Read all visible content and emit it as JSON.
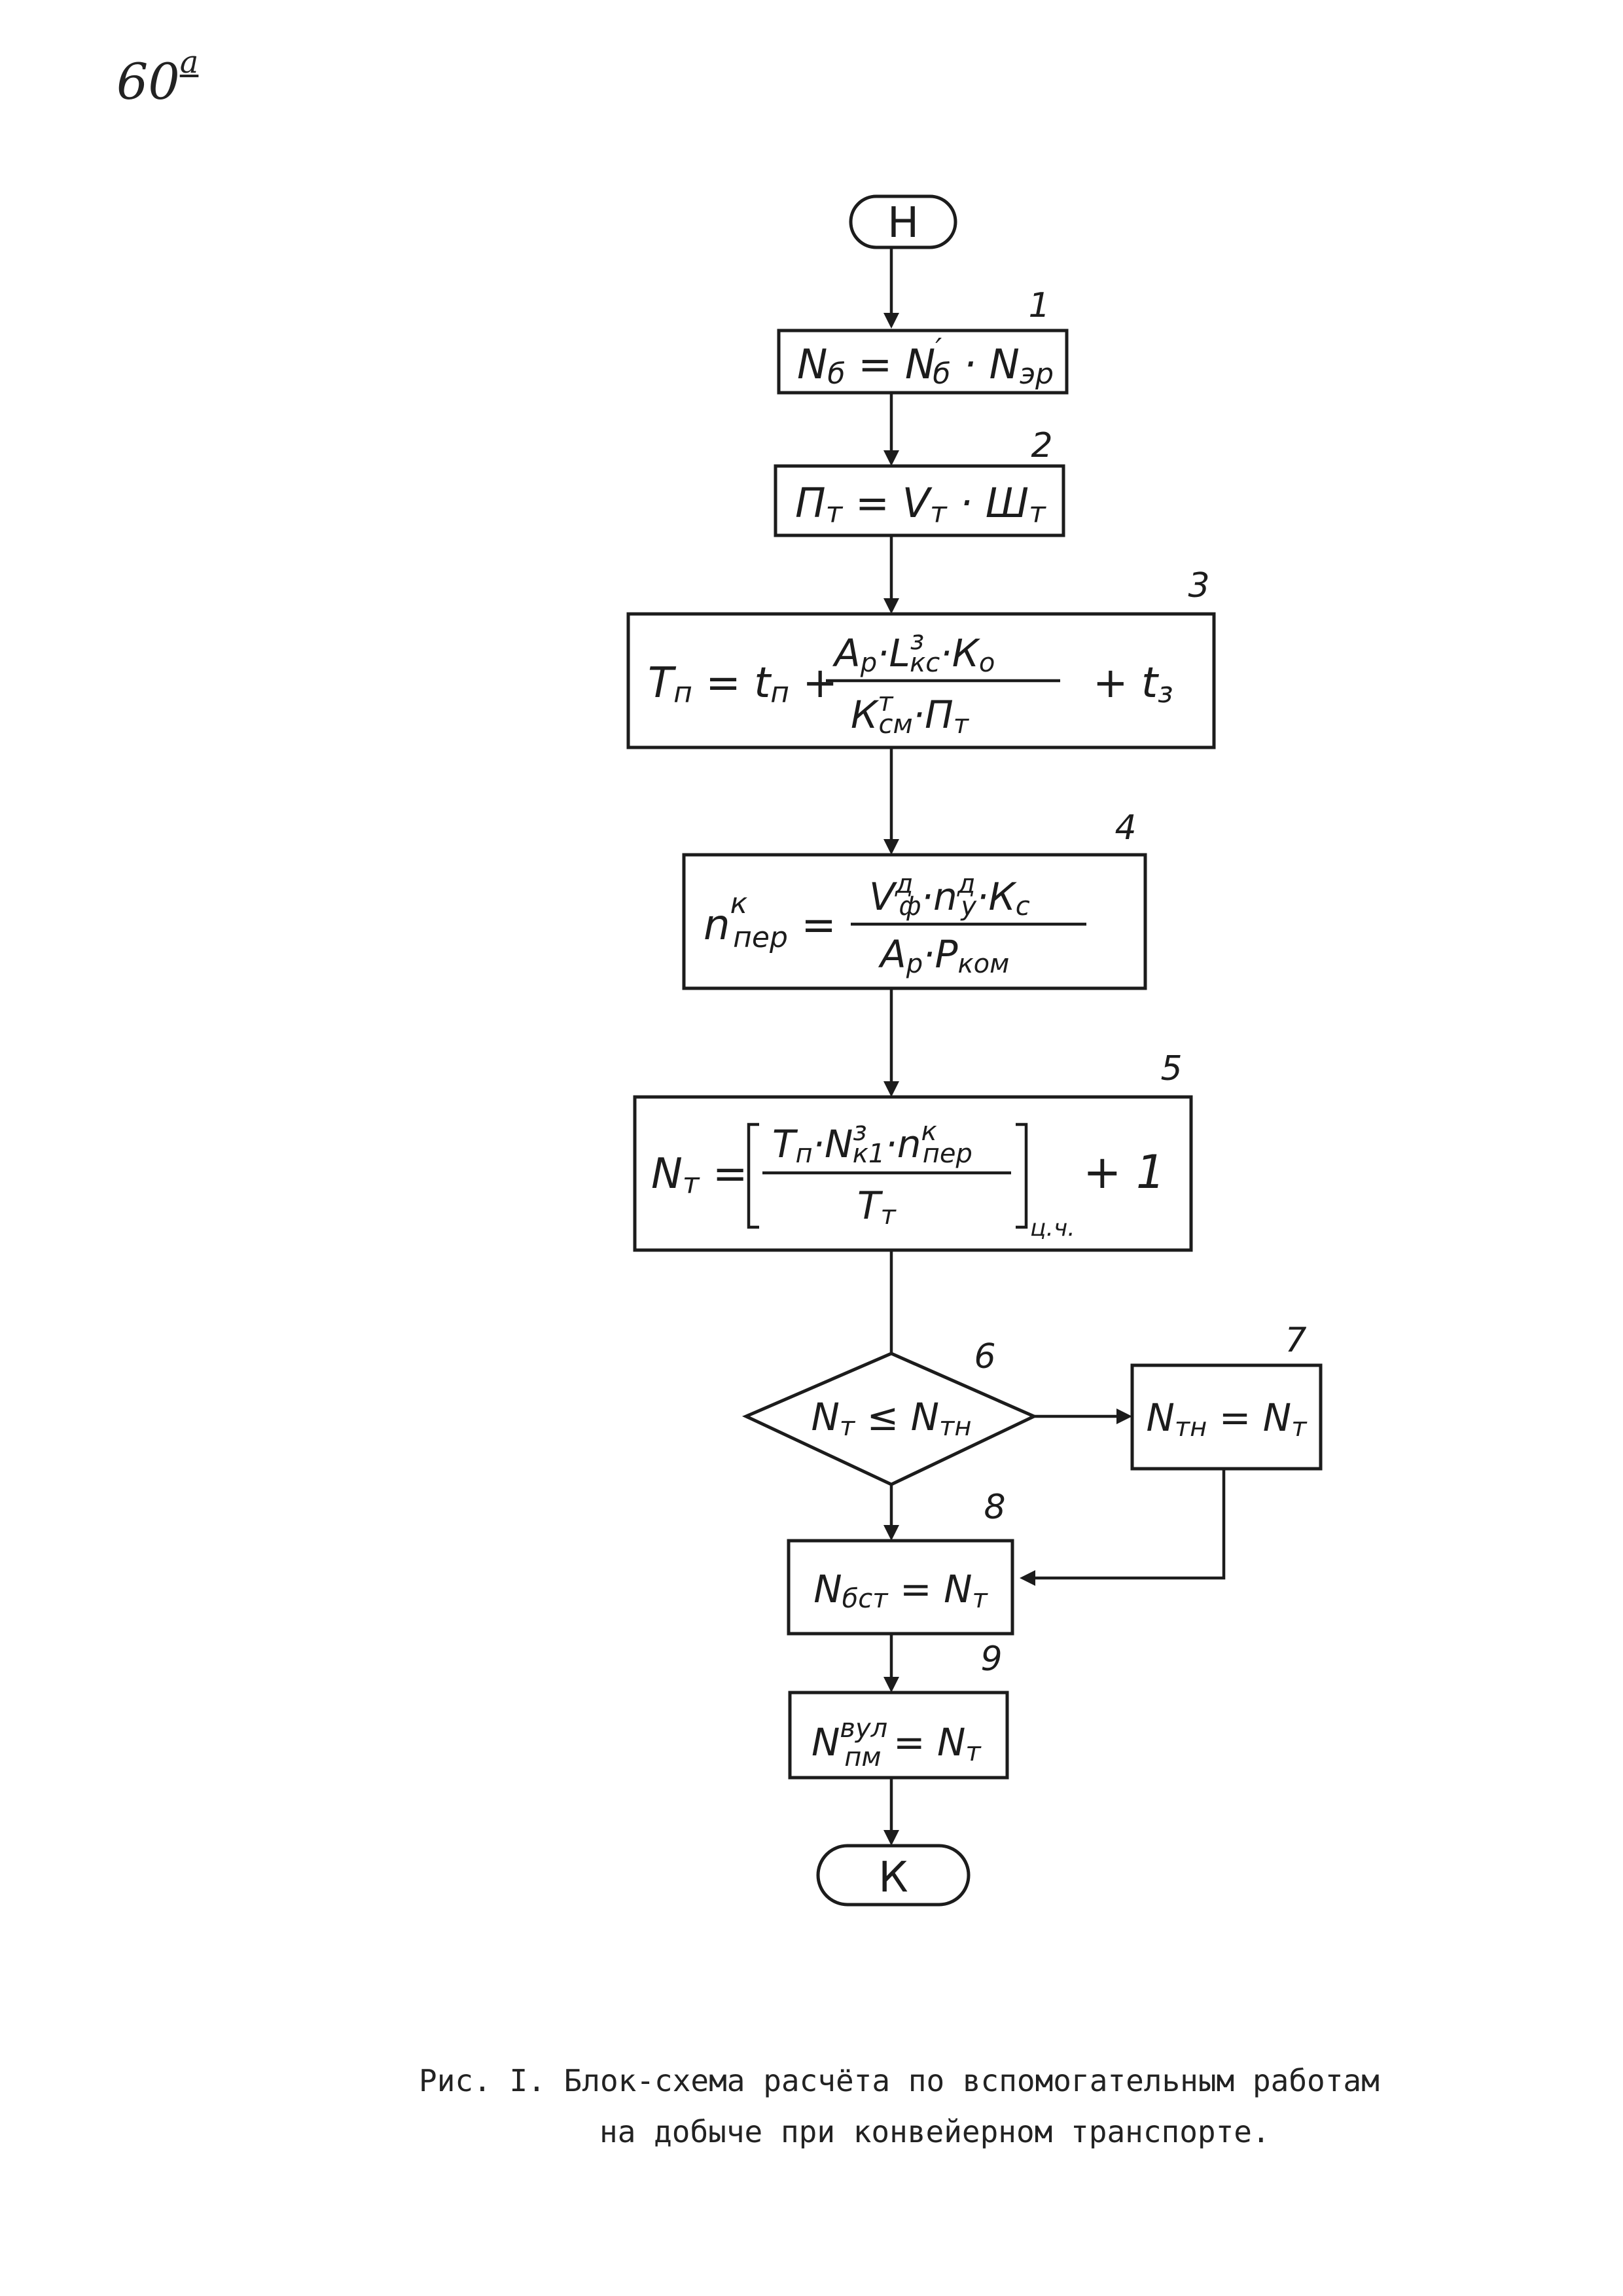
{
  "page_number": {
    "main": "60",
    "suffix": "а"
  },
  "start_label": "Н",
  "end_label": "К",
  "blocks": [
    {
      "id": "1",
      "formula": "Nб = N'б · Nэр"
    },
    {
      "id": "2",
      "formula": "Пт = Vт · Шт"
    },
    {
      "id": "3",
      "formula": "Тп = tп + (Ар · L^з_кс · Ко) / (К^т_см · Пт) + tз"
    },
    {
      "id": "4",
      "formula": "n^к_пер = (V^д_ф · n^д_у · Кс) / (Ар · Ркоm)"
    },
    {
      "id": "5",
      "formula": "Nт = [(Тп · N^з_к1 · n^к_пер) / Тт]ц.ч. + 1"
    },
    {
      "id": "6",
      "formula": "Nт ≤ Nтн"
    },
    {
      "id": "7",
      "formula": "Nтн = Nт"
    },
    {
      "id": "8",
      "formula": "Nбст = Nт"
    },
    {
      "id": "9",
      "formula": "N^вул_пм = Nт"
    }
  ],
  "caption": {
    "line1": "Рис. I.  Блок-схема расчёта по вспомогательным работам",
    "line2": "на добыче при конвейерном транспорте."
  }
}
